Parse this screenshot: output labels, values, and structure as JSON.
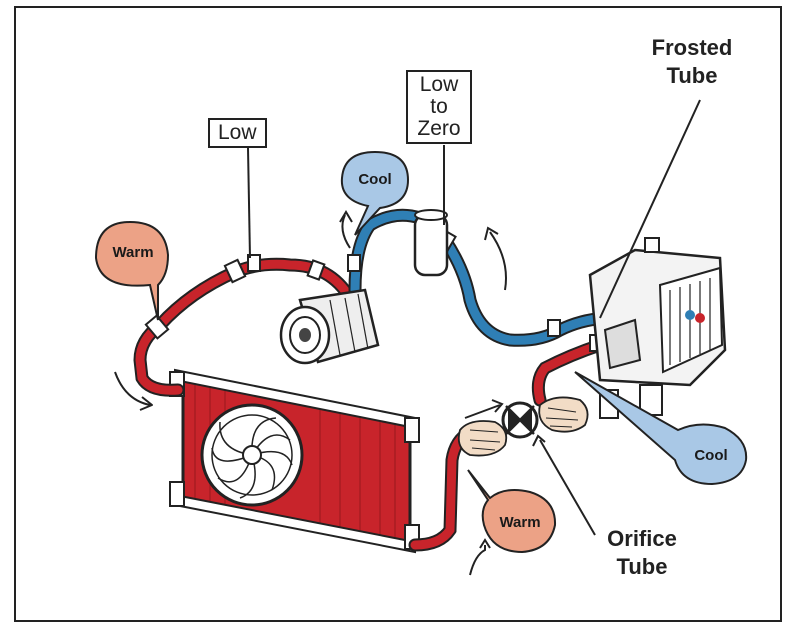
{
  "labels": {
    "low": "Low",
    "low_to_zero": [
      "Low",
      "to",
      "Zero"
    ],
    "frosted_tube": [
      "Frosted",
      "Tube"
    ],
    "orifice_tube": [
      "Orifice",
      "Tube"
    ]
  },
  "bubbles": {
    "warm_left": "Warm",
    "cool_top": "Cool",
    "cool_right": "Cool",
    "warm_bottom": "Warm"
  },
  "colors": {
    "hot_line": "#c8242b",
    "cool_line": "#2f7fb5",
    "warm_bubble": "#eca286",
    "cool_bubble": "#a9c8e6",
    "outline": "#222222"
  }
}
